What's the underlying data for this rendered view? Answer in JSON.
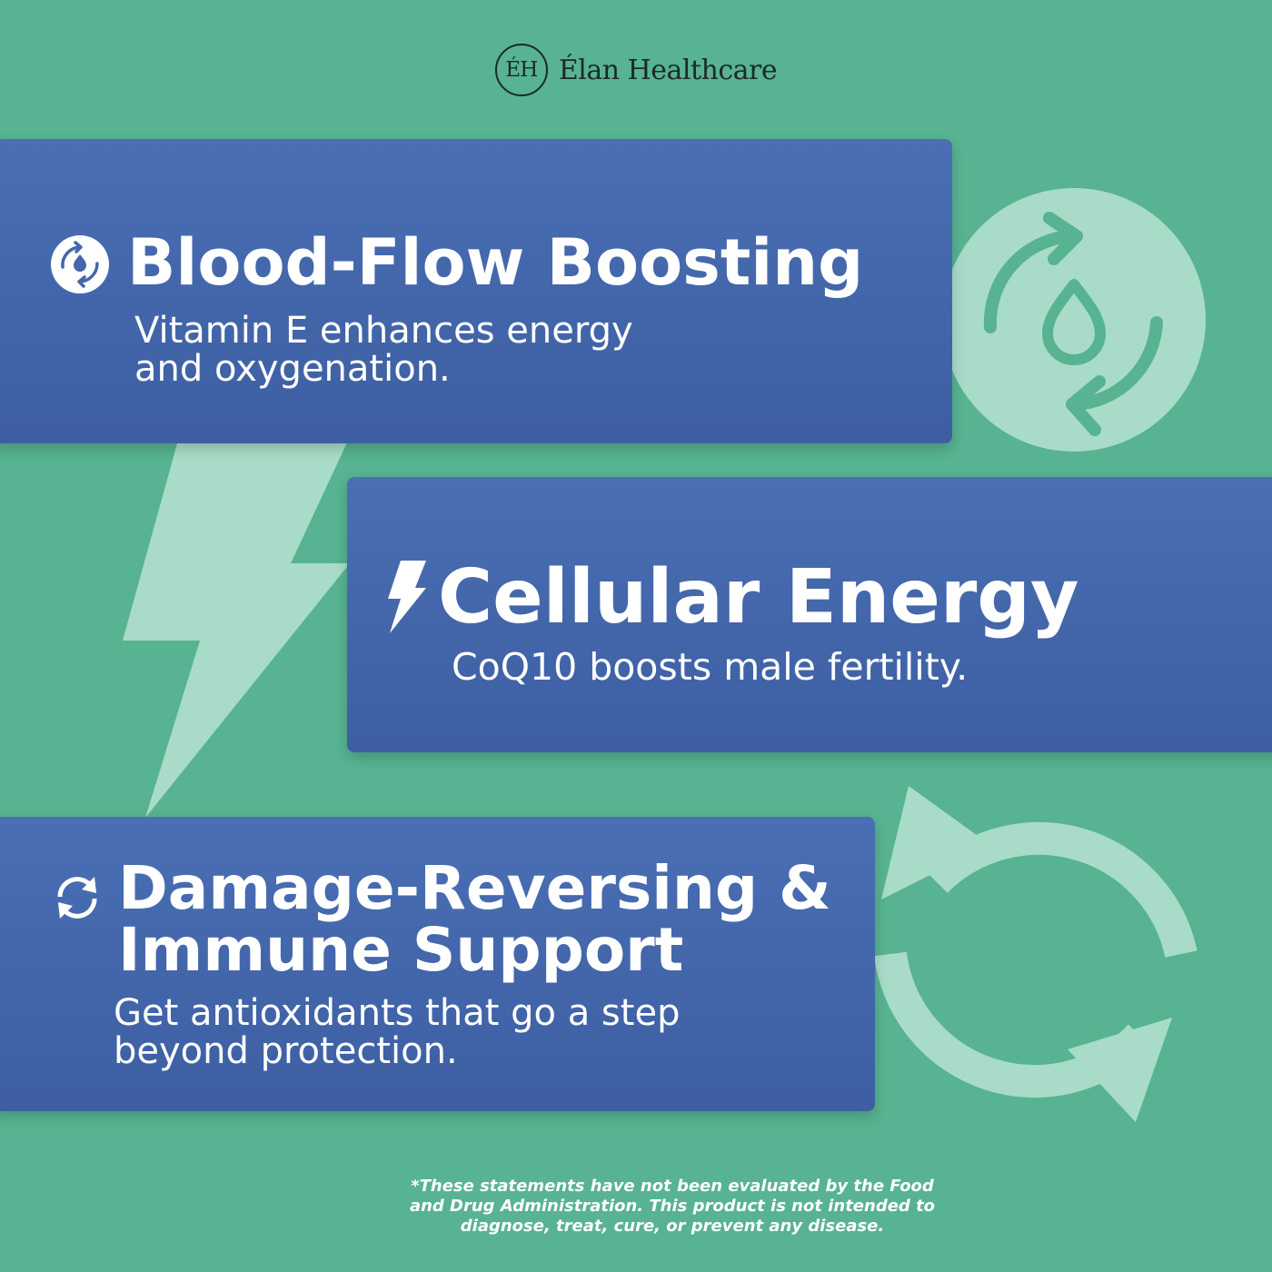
{
  "brand": {
    "mark": "ÉH",
    "name": "Élan Healthcare"
  },
  "features": [
    {
      "title": "Blood-Flow Boosting",
      "description_line1": "Vitamin E enhances energy",
      "description_line2": "and oxygenation.",
      "icon": "blood-drop-cycle-icon"
    },
    {
      "title": "Cellular Energy",
      "description": "CoQ10 boosts male fertility.",
      "icon": "lightning-bolt-icon"
    },
    {
      "title_line1": "Damage-Reversing &",
      "title_line2": "Immune Support",
      "description_line1": "Get antioxidants that go a step",
      "description_line2": "beyond protection.",
      "icon": "refresh-cycle-icon"
    }
  ],
  "disclaimer": {
    "line1": "*These statements have not been evaluated by the Food",
    "line2": "and Drug Administration. This product is not intended to",
    "line3": "diagnose, treat, cure, or prevent any disease."
  },
  "colors": {
    "background": "#57b391",
    "card": "#4566ab",
    "decoration": "#a8dcc8",
    "text": "#ffffff"
  }
}
